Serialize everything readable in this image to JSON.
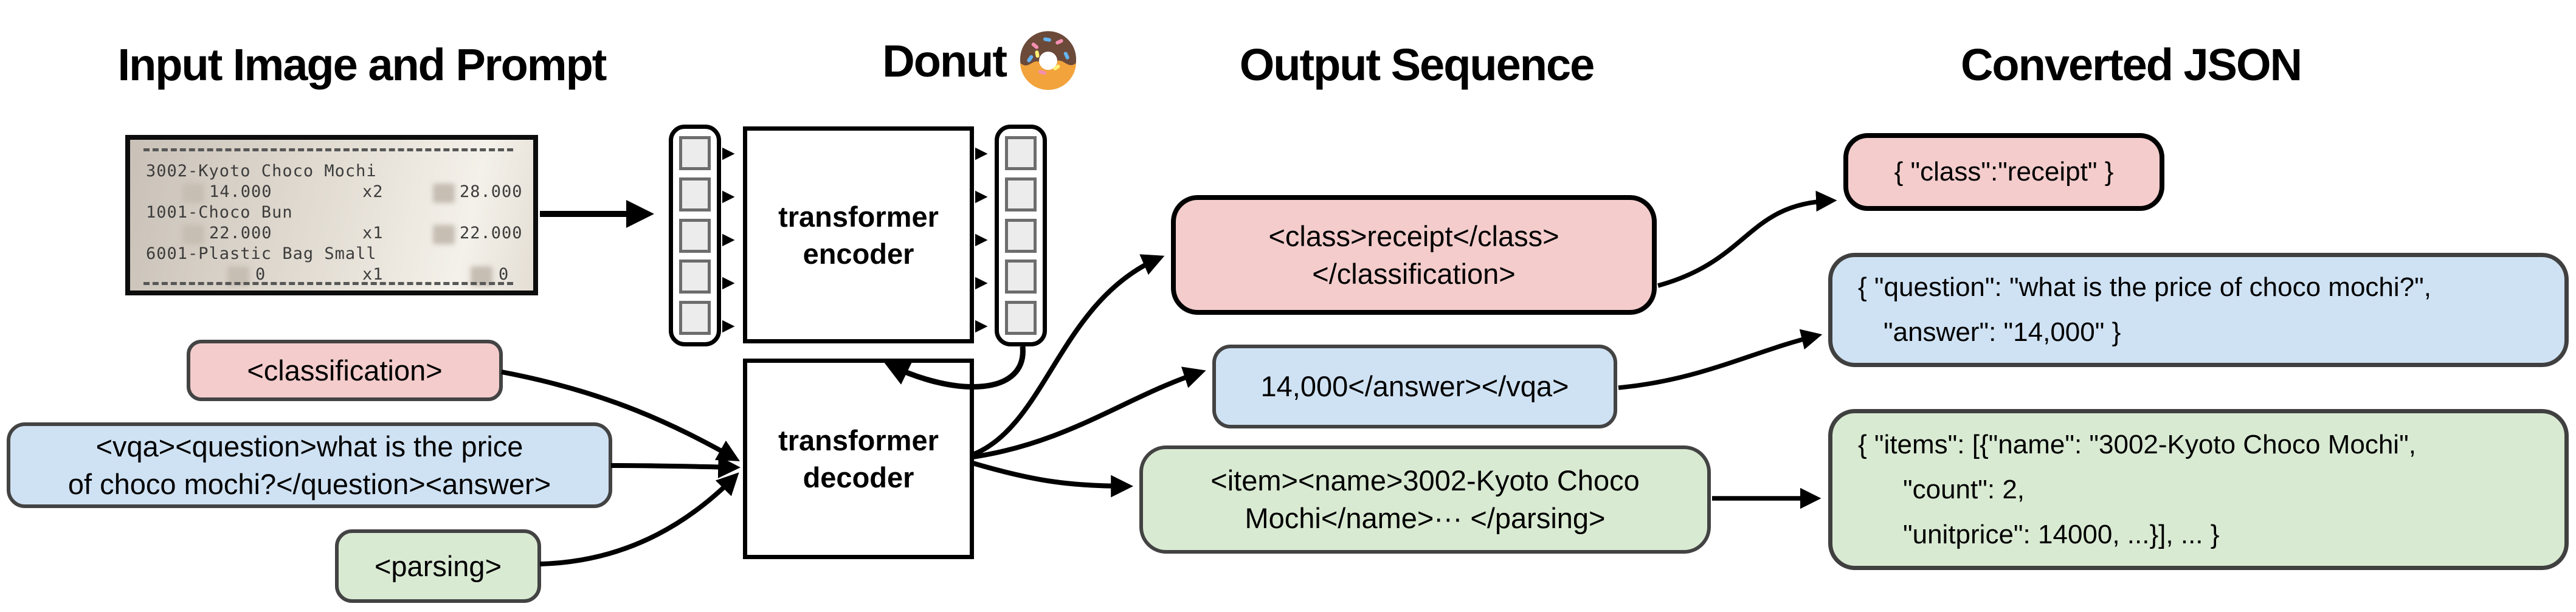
{
  "titles": {
    "input": "Input Image and Prompt",
    "model": "Donut",
    "output": "Output Sequence",
    "json": "Converted JSON"
  },
  "receipt": {
    "item1_name": "3002-Kyoto Choco Mochi",
    "item1_price": "14.000",
    "item1_qty": "x2",
    "item1_total": "28.000",
    "item2_name": "1001-Choco Bun",
    "item2_price": "22.000",
    "item2_qty": "x1",
    "item2_total": "22.000",
    "item3_name": "6001-Plastic Bag Small",
    "item3_price": "0",
    "item3_qty": "x1",
    "item3_total": "0"
  },
  "encoder": {
    "line1": "transformer",
    "line2": "encoder"
  },
  "decoder": {
    "line1": "transformer",
    "line2": "decoder"
  },
  "prompts": {
    "classification": "<classification>",
    "vqa_line1": "<vqa><question>what is the price",
    "vqa_line2": "of choco mochi?</question><answer>",
    "parsing": "<parsing>"
  },
  "outputs": {
    "class_line1": "<class>receipt</class>",
    "class_line2": "</classification>",
    "vqa": "14,000</answer></vqa>",
    "parsing_line1": "<item><name>3002-Kyoto Choco",
    "parsing_line2": "Mochi</name>··· </parsing>"
  },
  "json_boxes": {
    "class": "{ \"class\":\"receipt\" }",
    "vqa_line1": "{ \"question\": \"what is the price of choco mochi?\",",
    "vqa_line2": "\"answer\": \"14,000\" }",
    "items_line1": "{ \"items\": [{\"name\": \"3002-Kyoto Choco Mochi\",",
    "items_line2": "\"count\": 2,",
    "items_line3": "\"unitprice\": 14000, ...}], ... }"
  },
  "colors": {
    "task_classification": "#f4cccc",
    "task_vqa": "#cfe2f3",
    "task_parsing": "#d9ead3",
    "arrow": "#000000"
  }
}
